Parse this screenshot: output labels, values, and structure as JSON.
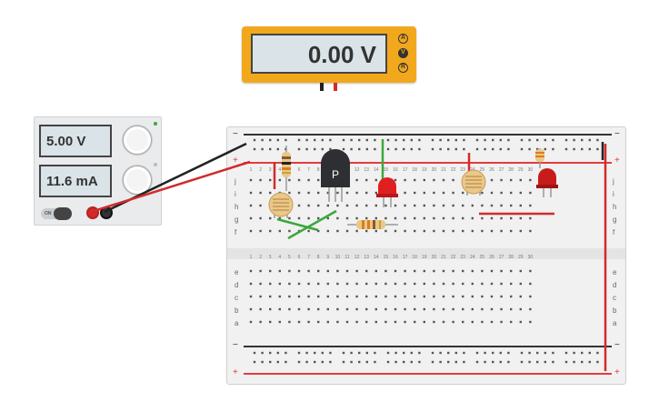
{
  "multimeter": {
    "reading": "0.00 V",
    "modes": [
      "A",
      "V",
      "R"
    ],
    "selected_mode": "V"
  },
  "power_supply": {
    "voltage": "5.00 V",
    "current": "11.6 mA",
    "toggle_label": "ON"
  },
  "breadboard": {
    "row_letters_top": [
      "j",
      "i",
      "h",
      "g",
      "f"
    ],
    "row_letters_bottom": [
      "e",
      "d",
      "c",
      "b",
      "a"
    ],
    "rail_minus": "−",
    "rail_plus": "+",
    "column_count": 30
  },
  "components": {
    "transistor_label": "P"
  },
  "colors": {
    "multimeter_body": "#f2a81d",
    "wire_red": "#d12b2b",
    "wire_black": "#222222",
    "wire_green": "#3aa83a",
    "led_red": "#e02020",
    "rail_red": "#e23c3c",
    "rail_black": "#333333"
  }
}
